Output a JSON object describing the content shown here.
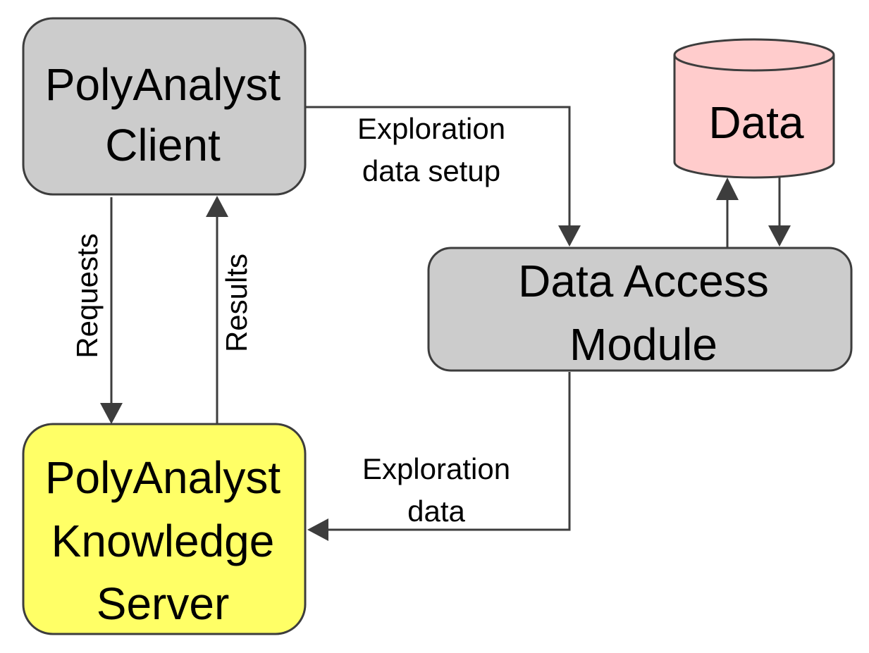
{
  "nodes": {
    "client": {
      "line1": "PolyAnalyst",
      "line2": "Client",
      "fill": "#cccccc"
    },
    "server": {
      "line1": "PolyAnalyst",
      "line2": "Knowledge",
      "line3": "Server",
      "fill": "#ffff66"
    },
    "dam": {
      "line1": "Data Access",
      "line2": "Module",
      "fill": "#cccccc"
    },
    "data": {
      "label": "Data",
      "fill": "#ffcccc"
    }
  },
  "edges": {
    "requests": {
      "label": "Requests"
    },
    "results": {
      "label": "Results"
    },
    "setup": {
      "line1": "Exploration",
      "line2": "data setup"
    },
    "exploration_data": {
      "line1": "Exploration",
      "line2": "data"
    }
  },
  "colors": {
    "stroke": "#3d3d3d",
    "text": "#000000"
  }
}
